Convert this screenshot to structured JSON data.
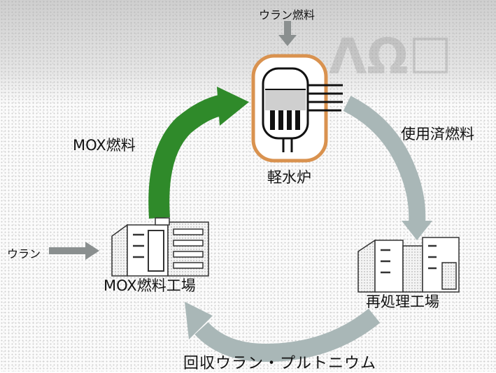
{
  "labels": {
    "uranium_fuel": "ウラン燃料",
    "reactor": "軽水炉",
    "spent_fuel": "使用済燃料",
    "reprocessing_plant": "再処理工場",
    "recovered": "回収ウラン・プルトニウム",
    "mox_plant": "MOX燃料工場",
    "mox_fuel": "MOX燃料",
    "uranium": "ウラン"
  },
  "colors": {
    "green_arrow": "#2f8a2a",
    "gray_arrow": "#a9b7b7",
    "reactor_ring": "#d9924f",
    "input_arrow": "#8a8f8f"
  }
}
